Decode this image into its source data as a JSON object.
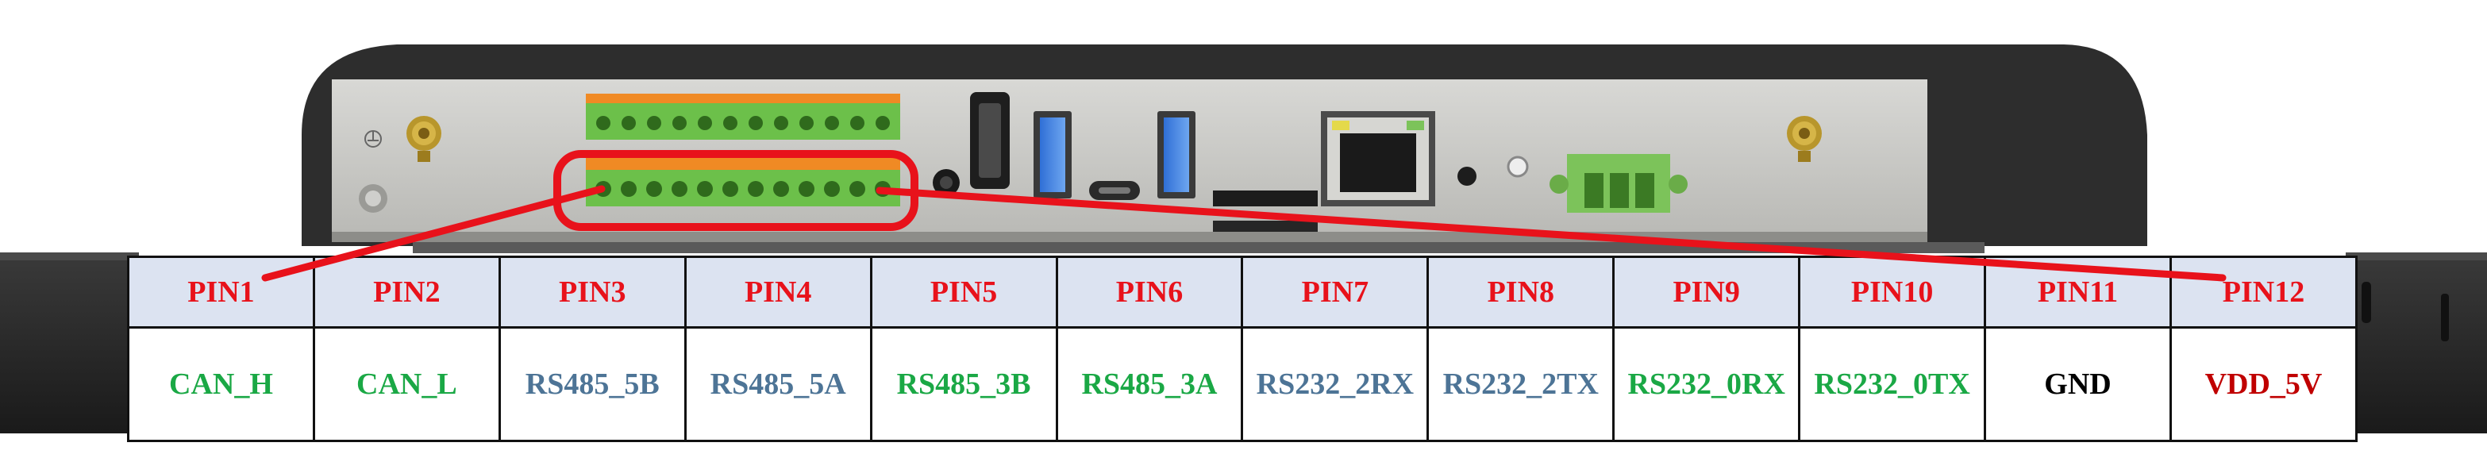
{
  "headers": [
    "PIN1",
    "PIN2",
    "PIN3",
    "PIN4",
    "PIN5",
    "PIN6",
    "PIN7",
    "PIN8",
    "PIN9",
    "PIN10",
    "PIN11",
    "PIN12"
  ],
  "functions": [
    "CAN_H",
    "CAN_L",
    "RS485_5B",
    "RS485_5A",
    "RS485_3B",
    "RS485_3A",
    "RS232_2RX",
    "RS232_2TX",
    "RS232_0RX",
    "RS232_0TX",
    "GND",
    "VDD_5V"
  ],
  "function_colors": [
    "#1aa845",
    "#1aa845",
    "#4d7496",
    "#4d7496",
    "#1aa845",
    "#1aa845",
    "#4d7496",
    "#4d7496",
    "#1aa845",
    "#1aa845",
    "#000000",
    "#c00000"
  ],
  "colors": {
    "header_background": "#dce3f1",
    "header_text": "#e8121b",
    "callout_line": "#e8121b",
    "device_body": "#2d2d2d",
    "io_panel": "#c9c9c6",
    "terminal_block": "#6cc04a",
    "terminal_lever": "#f08a24"
  },
  "icons": [
    "sma-antenna-connector",
    "ground-symbol-icon",
    "terminal-block-connector",
    "audio-jack",
    "hdmi-port",
    "usb-a-port",
    "usb-c-port",
    "sd-card-slot",
    "rj45-ethernet-port",
    "power-terminal-connector"
  ]
}
